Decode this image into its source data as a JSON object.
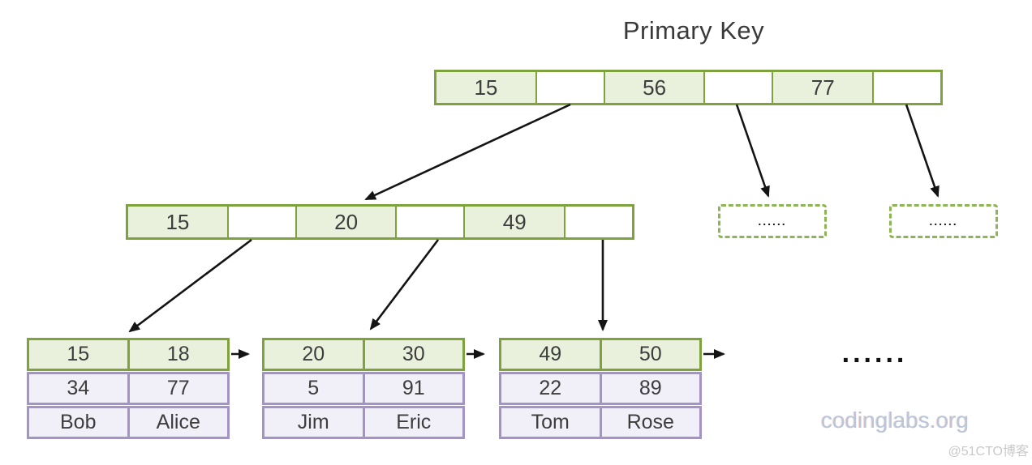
{
  "title": "Primary Key",
  "root_node": {
    "cells": [
      "15",
      "",
      "56",
      "",
      "77",
      ""
    ]
  },
  "internal_node": {
    "cells": [
      "15",
      "",
      "20",
      "",
      "49",
      ""
    ]
  },
  "dashed_nodes": [
    {
      "label": "......"
    },
    {
      "label": "......"
    }
  ],
  "leaf_nodes": [
    {
      "keys": [
        "15",
        "18"
      ],
      "data": [
        "34",
        "77"
      ],
      "names": [
        "Bob",
        "Alice"
      ]
    },
    {
      "keys": [
        "20",
        "30"
      ],
      "data": [
        "5",
        "91"
      ],
      "names": [
        "Jim",
        "Eric"
      ]
    },
    {
      "keys": [
        "49",
        "50"
      ],
      "data": [
        "22",
        "89"
      ],
      "names": [
        "Tom",
        "Rose"
      ]
    }
  ],
  "more_leaves_label": "......",
  "watermarks": {
    "site": "codinglabs.org",
    "badge": "@51CTO博客"
  },
  "colors": {
    "node_green_border": "#7ea23e",
    "node_green_fill": "#e9f0db",
    "dashed_green": "#8db455",
    "leaf_purple_border": "#a493c6",
    "leaf_purple_fill": "#f1eff7",
    "arrow_color": "#141414",
    "text_color": "#3d3d3d"
  }
}
